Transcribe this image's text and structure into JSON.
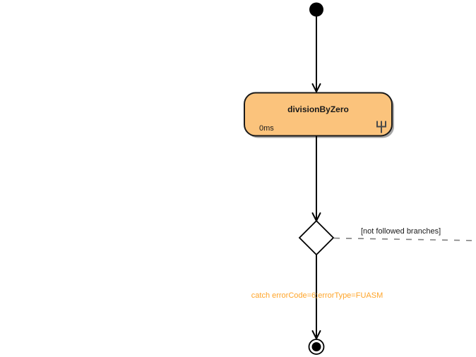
{
  "diagram": {
    "type": "uml-activity-flow",
    "activity": {
      "title": "divisionByZero",
      "duration": "0ms",
      "has_subactivity_rake_icon": true
    },
    "decision": {
      "not_followed_label": "[not followed branches]"
    },
    "transitions": {
      "catch_label": "catch errorCode=6;errorType=FUASM"
    },
    "nodes": [
      "initial-node",
      "activity-node",
      "decision-node",
      "final-node"
    ]
  },
  "colors": {
    "background": "#FFFFFF",
    "activity_fill": "#FBC37C",
    "activity_border": "#1A1A1A",
    "shadow_color": "#A6A6A6",
    "edge_color": "#000000",
    "node_color": "#000000",
    "dashed_edge_color": "#808080",
    "label_color": "#1A1A1A",
    "catch_label_color": "#FFA428",
    "rake_icon_color": "#4A4A4A"
  }
}
